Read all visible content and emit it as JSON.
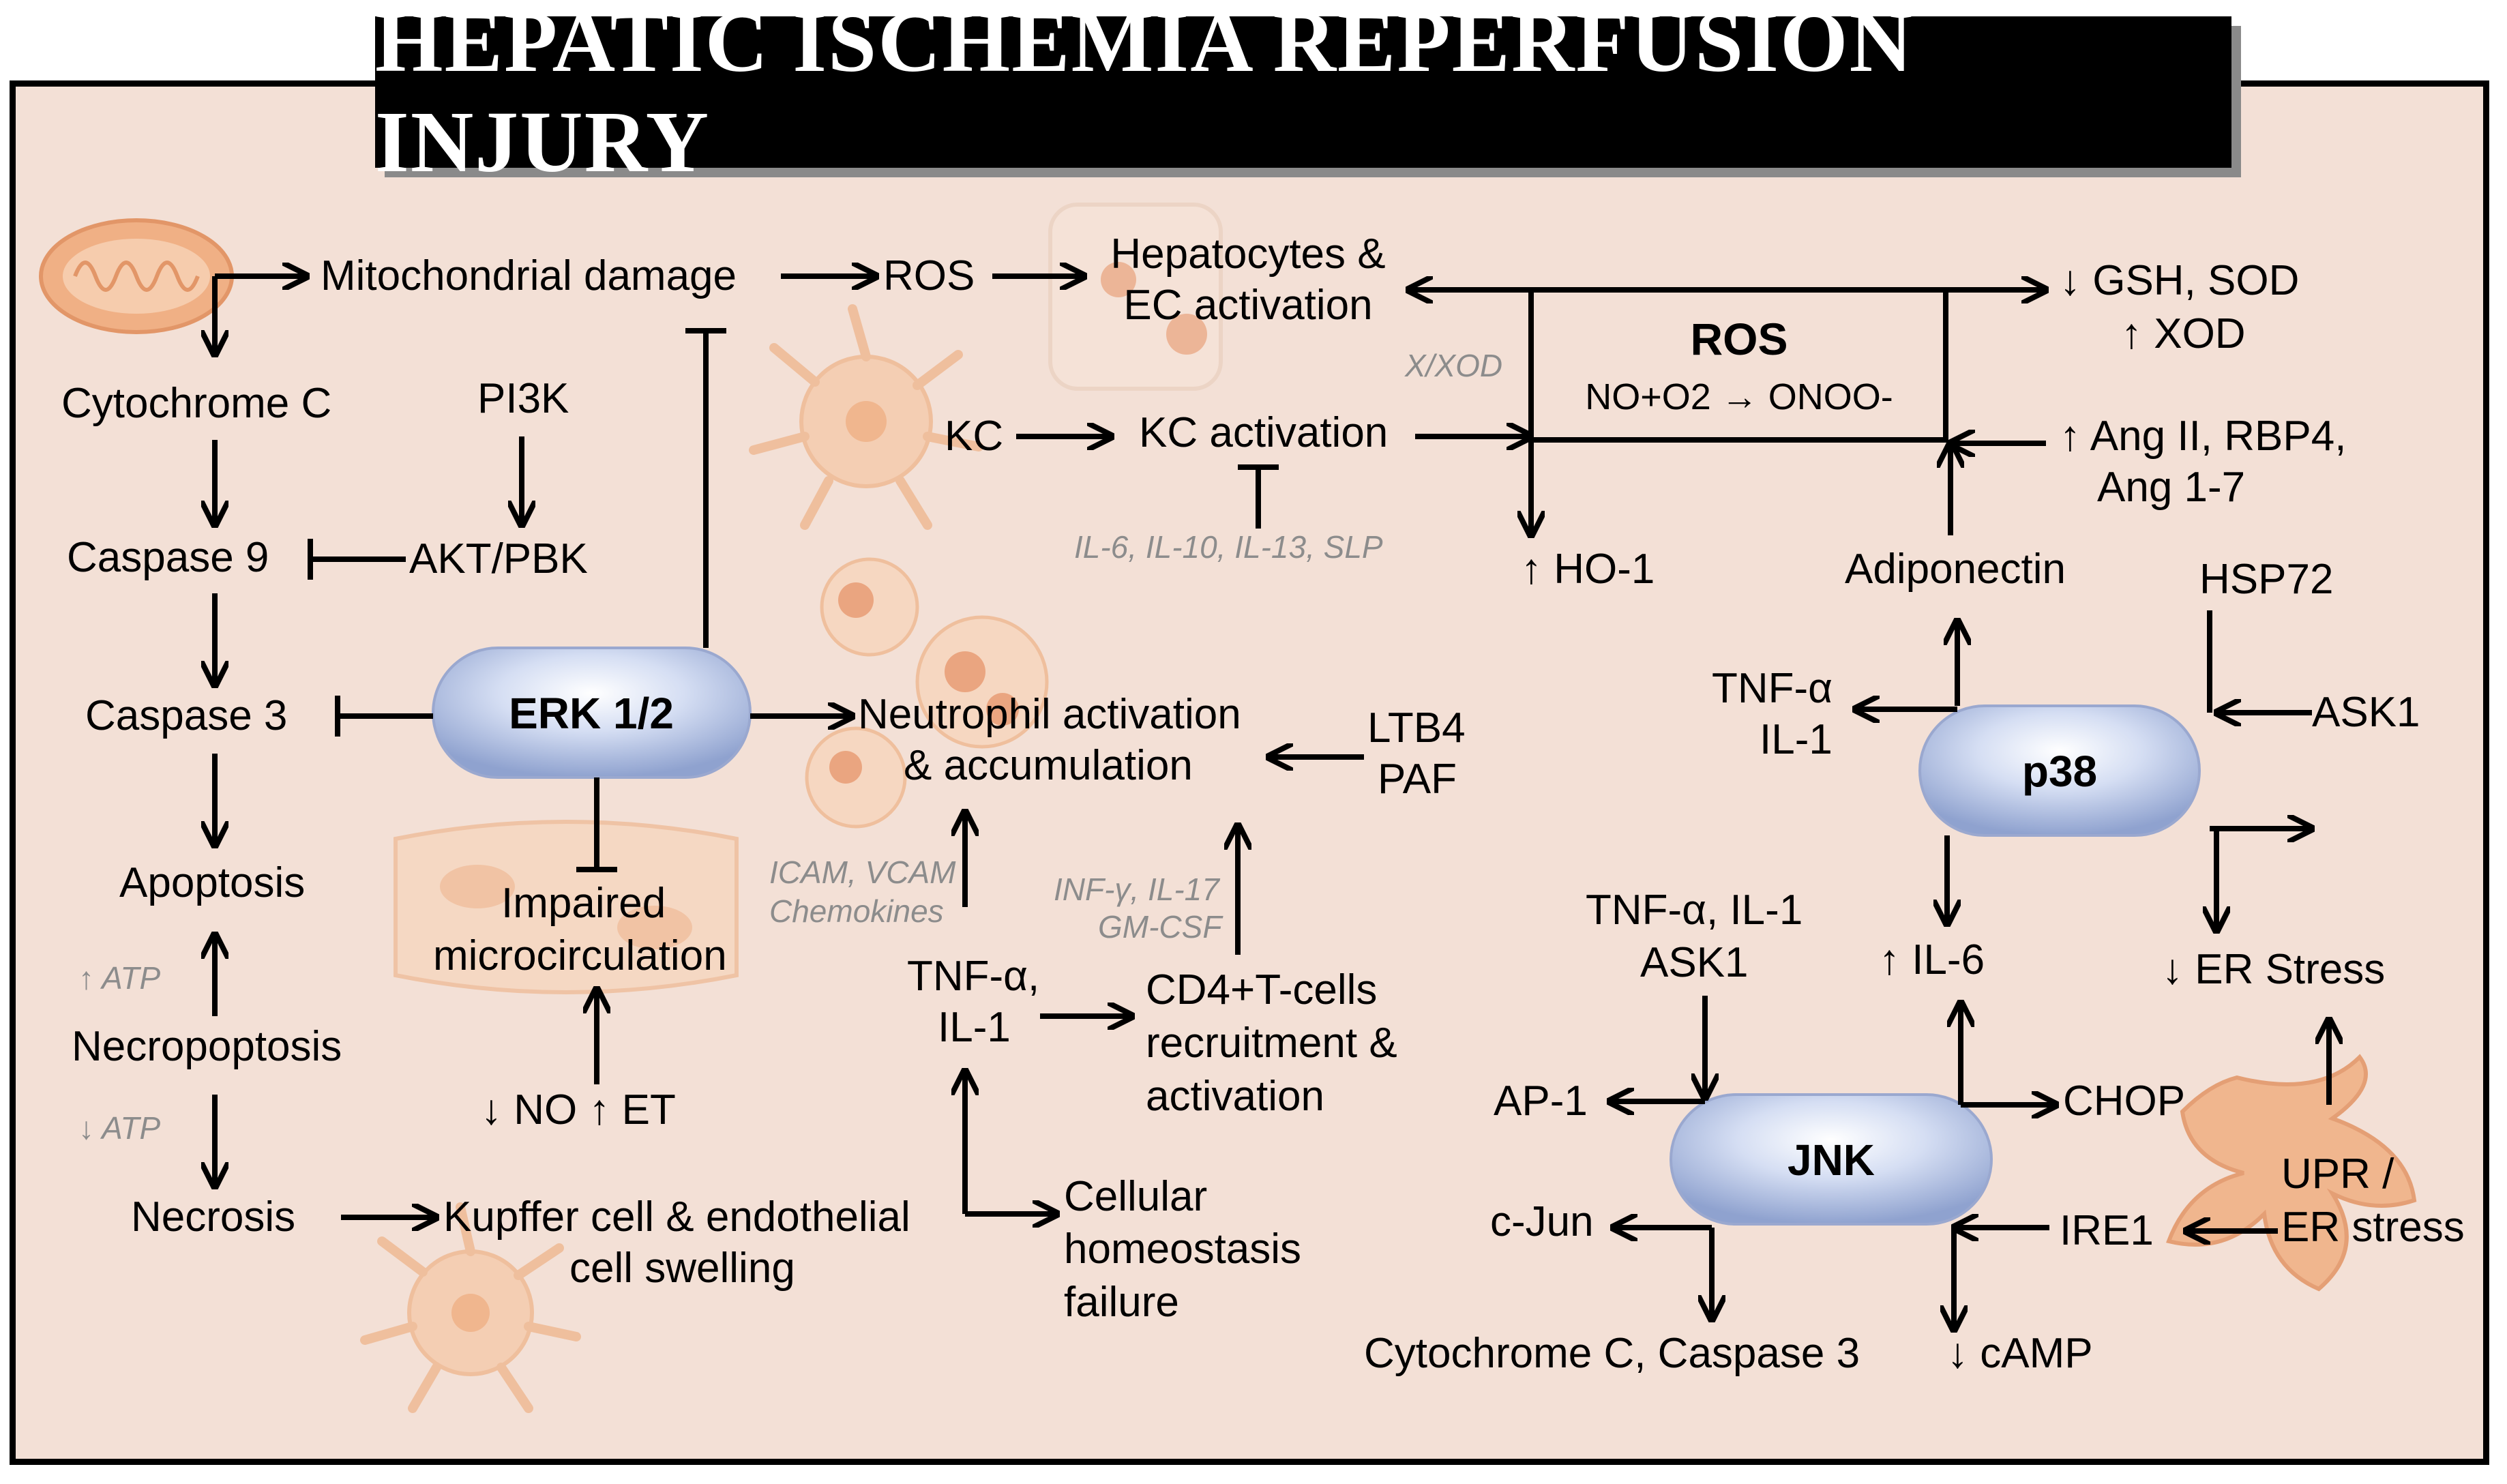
{
  "title": "HEPATIC ISCHEMIA REPERFUSION INJURY",
  "nodes": {
    "mito_damage": "Mitochondrial damage",
    "ros_top": "ROS",
    "hep_activation_1": "Hepatocytes &",
    "hep_activation_2": "EC activation",
    "gsh_sod": "↓ GSH, SOD",
    "xod": "↑ XOD",
    "ros_box_title": "ROS",
    "ros_box_eq": "NO+O2 → ONOO-",
    "x_xod": "X/XOD",
    "cytochrome_c": "Cytochrome  C",
    "pi3k": "PI3K",
    "kc": "KC",
    "kc_activation": "KC activation",
    "ang_1": "↑ Ang II, RBP4,",
    "ang_2": "Ang 1-7",
    "caspase9": "Caspase 9",
    "akt_pbk": "AKT/PBK",
    "il_list": "IL-6, IL-10, IL-13, SLP",
    "ho1": "↑ HO-1",
    "adiponectin": "Adiponectin",
    "hsp72": "HSP72",
    "caspase3": "Caspase 3",
    "erk": "ERK 1/2",
    "neutrophil_1": "Neutrophil activation",
    "neutrophil_2": "& accumulation",
    "ltb4": "LTB4",
    "paf": "PAF",
    "tnf_right_1": "TNF-α",
    "tnf_right_2": "IL-1",
    "ask1_right": "ASK1",
    "p38": "p38",
    "apoptosis": "Apoptosis",
    "atp_up": "↑ ATP",
    "impaired_1": "Impaired",
    "impaired_2": "microcirculation",
    "icam_1": "ICAM, VCAM",
    "icam_2": "Chemokines",
    "inf_1": "INF-γ, IL-17",
    "inf_2": "GM-CSF",
    "tnf_ask_1": "TNF-α, IL-1",
    "tnf_ask_2": "ASK1",
    "il6": "↑ IL-6",
    "er_stress_down": "↓ ER Stress",
    "necroptosis": "Necropoptosis",
    "atp_down": "↓ ATP",
    "tnf_mid_1": "TNF-α,",
    "tnf_mid_2": "IL-1",
    "cd4_1": "CD4+T-cells",
    "cd4_2": "recruitment &",
    "cd4_3": "activation",
    "no_et": "↓ NO ↑ ET",
    "ap1": "AP-1",
    "chop": "CHOP",
    "jnk": "JNK",
    "upr_1": "UPR /",
    "upr_2": "ER stress",
    "necrosis": "Necrosis",
    "kupffer_1": "Kupffer cell & endothelial",
    "kupffer_2": "cell swelling",
    "cellular_1": "Cellular",
    "cellular_2": "homeostasis",
    "cellular_3": "failure",
    "cjun": "c-Jun",
    "ire1": "IRE1",
    "cyto_casp": "Cytochrome  C, Caspase 3",
    "camp": "↓ cAMP"
  },
  "colors": {
    "panel_bg": "#f3e0d6",
    "title_bg": "#000000",
    "pill_fill": "#c9d4ee",
    "note_gray": "#8c8c8c",
    "cell_orange": "#f0b48a"
  },
  "icons": [
    "mitochondrion-icon",
    "kupffer-cell-icon",
    "hepatocyte-icon",
    "neutrophil-icon",
    "endothelial-icon",
    "er-icon"
  ]
}
